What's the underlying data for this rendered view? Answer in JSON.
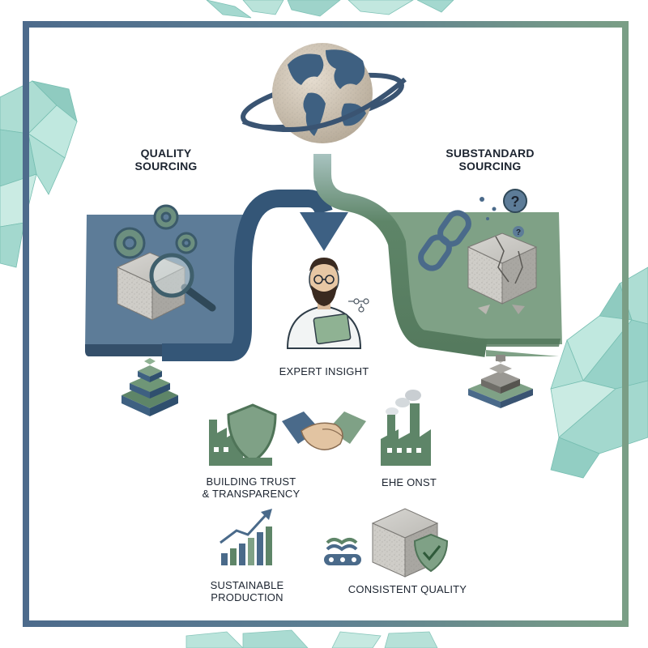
{
  "colors": {
    "navy": "#4a6a8a",
    "slate_blue": "#5a7b9b",
    "panel_blue": "#5d7c98",
    "panel_green": "#7fa186",
    "deep_green": "#5e8568",
    "light_green": "#8fb293",
    "crystal": "#8ecfc4",
    "stone": "#b9b7b1",
    "text": "#1c2430"
  },
  "icons": {
    "globe": "globe-with-ring-icon",
    "gears": "gears-icon",
    "magnifier": "magnifying-glass-icon",
    "cube_quality": "stone-cube-icon",
    "broken_chain": "broken-chain-icon",
    "cube_cracked": "cracked-stone-cube-icon",
    "question": "question-bubble-icon",
    "expert": "scientist-with-tablet-icon",
    "pyramid_left": "stacked-layers-icon",
    "pyramid_right": "ziggurat-icon",
    "factory_shield": "factory-with-shield-icon",
    "handshake": "handshake-icon",
    "factory_smoke": "factory-with-smoke-icon",
    "growth_chart": "growth-bar-chart-icon",
    "conveyor": "conveyor-belt-icon",
    "cube_check": "cube-with-check-shield-icon"
  },
  "labels": {
    "quality_sourcing": [
      "QUALITY",
      "SOURCING"
    ],
    "substandard_sourcing": [
      "SUBSTANDARD",
      "SOURCING"
    ],
    "expert_insight": "EXPERT INSIGHT",
    "building_trust": [
      "BUILDING TRUST",
      "& TRANSPARENCY"
    ],
    "ehe_onst": "EHE ONST",
    "sustainable_production": [
      "SUSTAINABLE",
      "PRODUCTION"
    ],
    "consistent_quality": "CONSISTENT QUALITY"
  }
}
